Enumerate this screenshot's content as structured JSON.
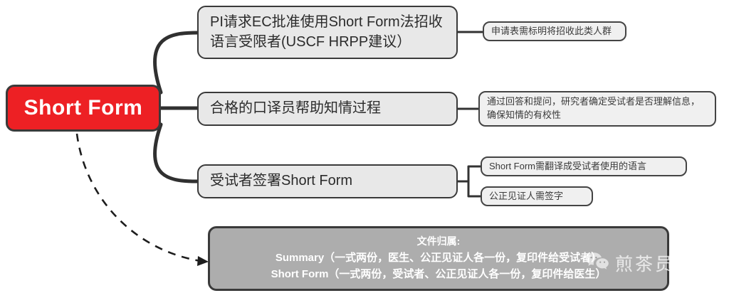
{
  "root": {
    "label": "Short Form",
    "color": "#ED2024",
    "text_color": "#FFFFFF"
  },
  "branches": [
    {
      "id": "branch-1",
      "label": "PI请求EC批准使用Short Form法招收语言受限者(USCF HRPP建议）",
      "notes": [
        {
          "id": "note-1",
          "label": "申请表需标明将招收此类人群"
        }
      ]
    },
    {
      "id": "branch-2",
      "label": "合格的口译员帮助知情过程",
      "notes": [
        {
          "id": "note-2",
          "label": "通过回答和提问，研究者确定受试者是否理解信息，确保知情的有校性"
        }
      ]
    },
    {
      "id": "branch-3",
      "label": "受试者签署Short Form",
      "notes": [
        {
          "id": "note-3",
          "label": "Short Form需翻译成受试者使用的语言"
        },
        {
          "id": "note-4",
          "label": "公正见证人需签字"
        }
      ]
    }
  ],
  "summary": {
    "fill_color": "#ADADAD",
    "lines": [
      "文件归属:",
      "Summary（一式两份，医生、公正见证人各一份，复印件给受试者）",
      "Short Form（一式两份，受试者、公正见证人各一份，复印件给医生）"
    ]
  },
  "watermark": {
    "icon": "wechat-icon",
    "text": "煎茶员日记"
  },
  "connectors": {
    "style_main": "curved-thick-dark",
    "style_note": "orthogonal-thin-dark",
    "style_summary": "dashed-arrow"
  }
}
